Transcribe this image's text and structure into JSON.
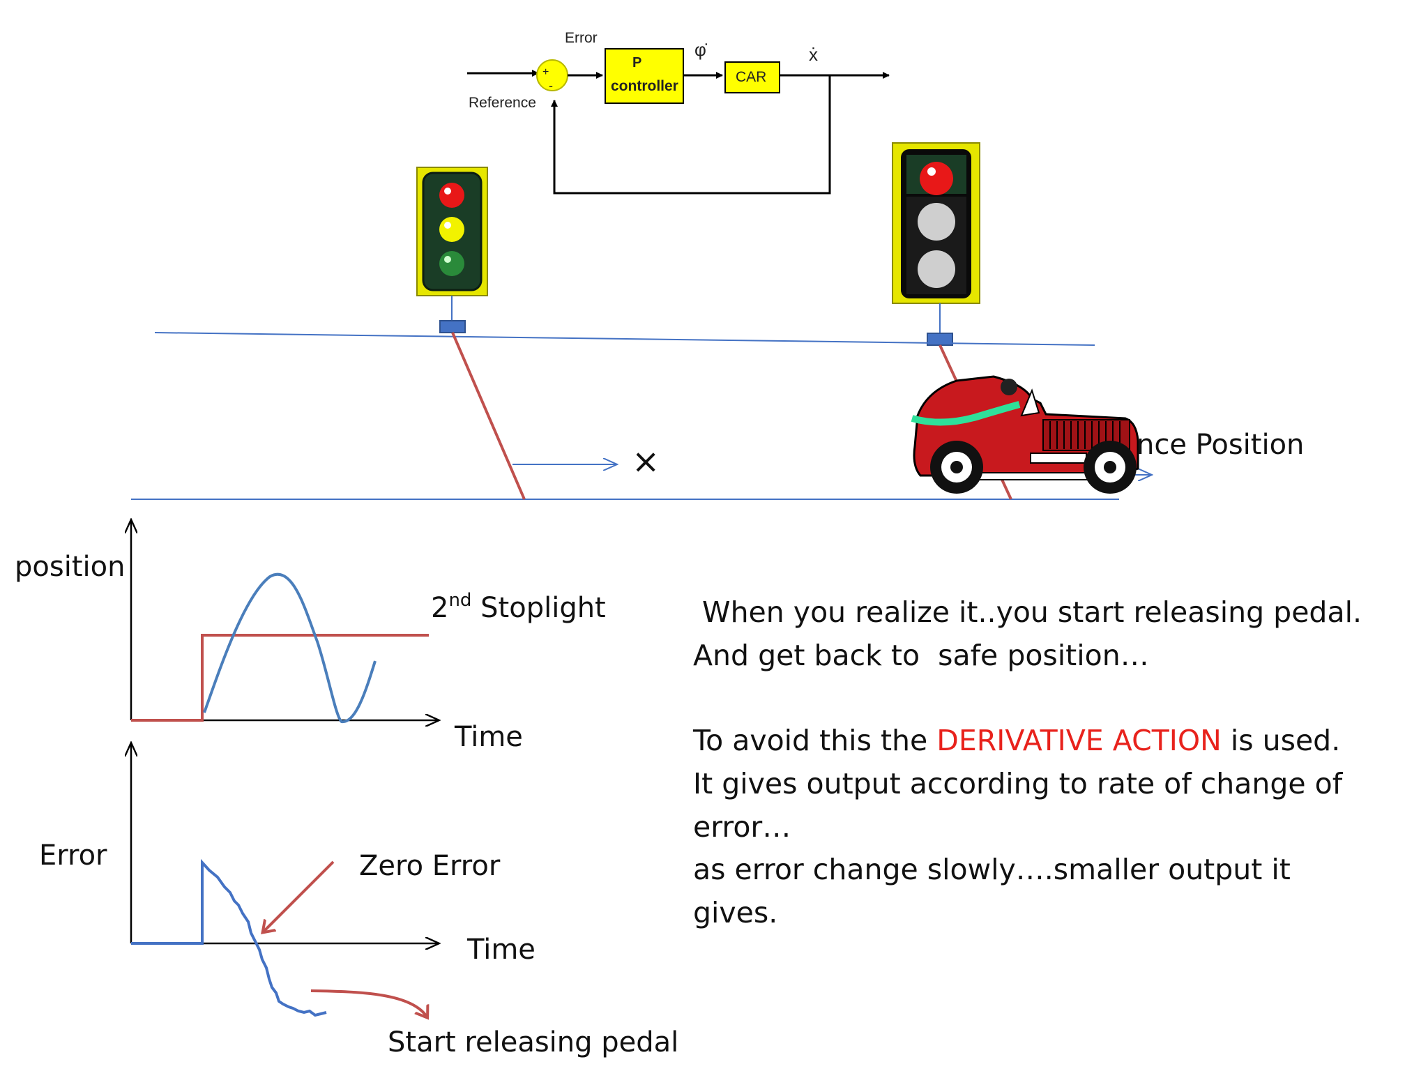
{
  "block_diagram": {
    "error_label": "Error",
    "reference_label": "Reference",
    "controller_line1": "P",
    "controller_line2": "controller",
    "plant_label": "CAR",
    "phi_dot_label": "φ̇",
    "x_dot_label": "ẋ",
    "plus_sign": "+",
    "minus_sign": "-"
  },
  "road": {
    "x_marker": "×",
    "reference_position_fragment": "nce Position"
  },
  "position_graph": {
    "ylabel": "position",
    "xlabel": "Time",
    "stoplight_ordinal": "2",
    "stoplight_sup": "nd",
    "stoplight_rest": " Stoplight"
  },
  "error_graph": {
    "ylabel": "Error",
    "xlabel": "Time",
    "zero_error": "Zero Error",
    "start_releasing": "Start releasing pedal"
  },
  "explanation": {
    "line1": " When you realize it..you start releasing pedal.",
    "line2": "And get back to  safe position…",
    "line3_pre": "To avoid this the ",
    "line3_highlight": "DERIVATIVE ACTION",
    "line3_post": " is used.",
    "line4": "It gives output according to rate of change of",
    "line5": "error…",
    "line6": "as error change slowly….smaller output it",
    "line7": "gives."
  },
  "colors": {
    "highlight": "#e8221c",
    "road_line": "#4472c4",
    "red_line": "#c0504d",
    "signal_yellow": "#ffff00",
    "car_red": "#c8191e"
  }
}
